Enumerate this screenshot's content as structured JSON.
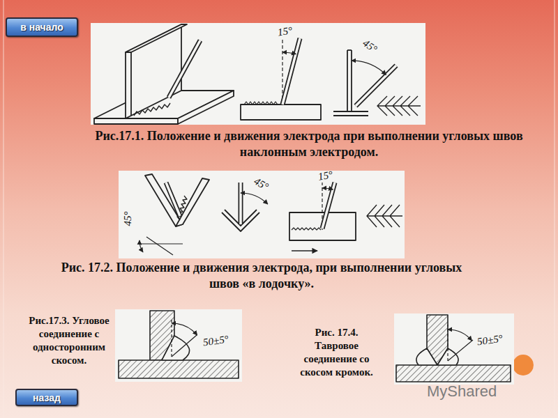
{
  "diagram": {
    "nodes": [
      {
        "text": [
          "в начало"
        ]
      },
      {
        "text": [
          "назад"
        ]
      }
    ],
    "labels": [
      "Рис.17.1. Положение и движения электрода при выполнении угловых швов наклонным электродом.",
      "15°",
      "45°",
      "Рис. 17.2. Положение и движения электрода, при выполнении угловых швов «в лодочку».",
      "45°",
      "45°",
      "15°",
      "Рис.17.3. Угловое соединение с односторонним скосом.",
      "50±5°",
      "Рис. 17.4. Тавровое соединение со скосом кромок.",
      "50±5°",
      "MyShared"
    ]
  }
}
